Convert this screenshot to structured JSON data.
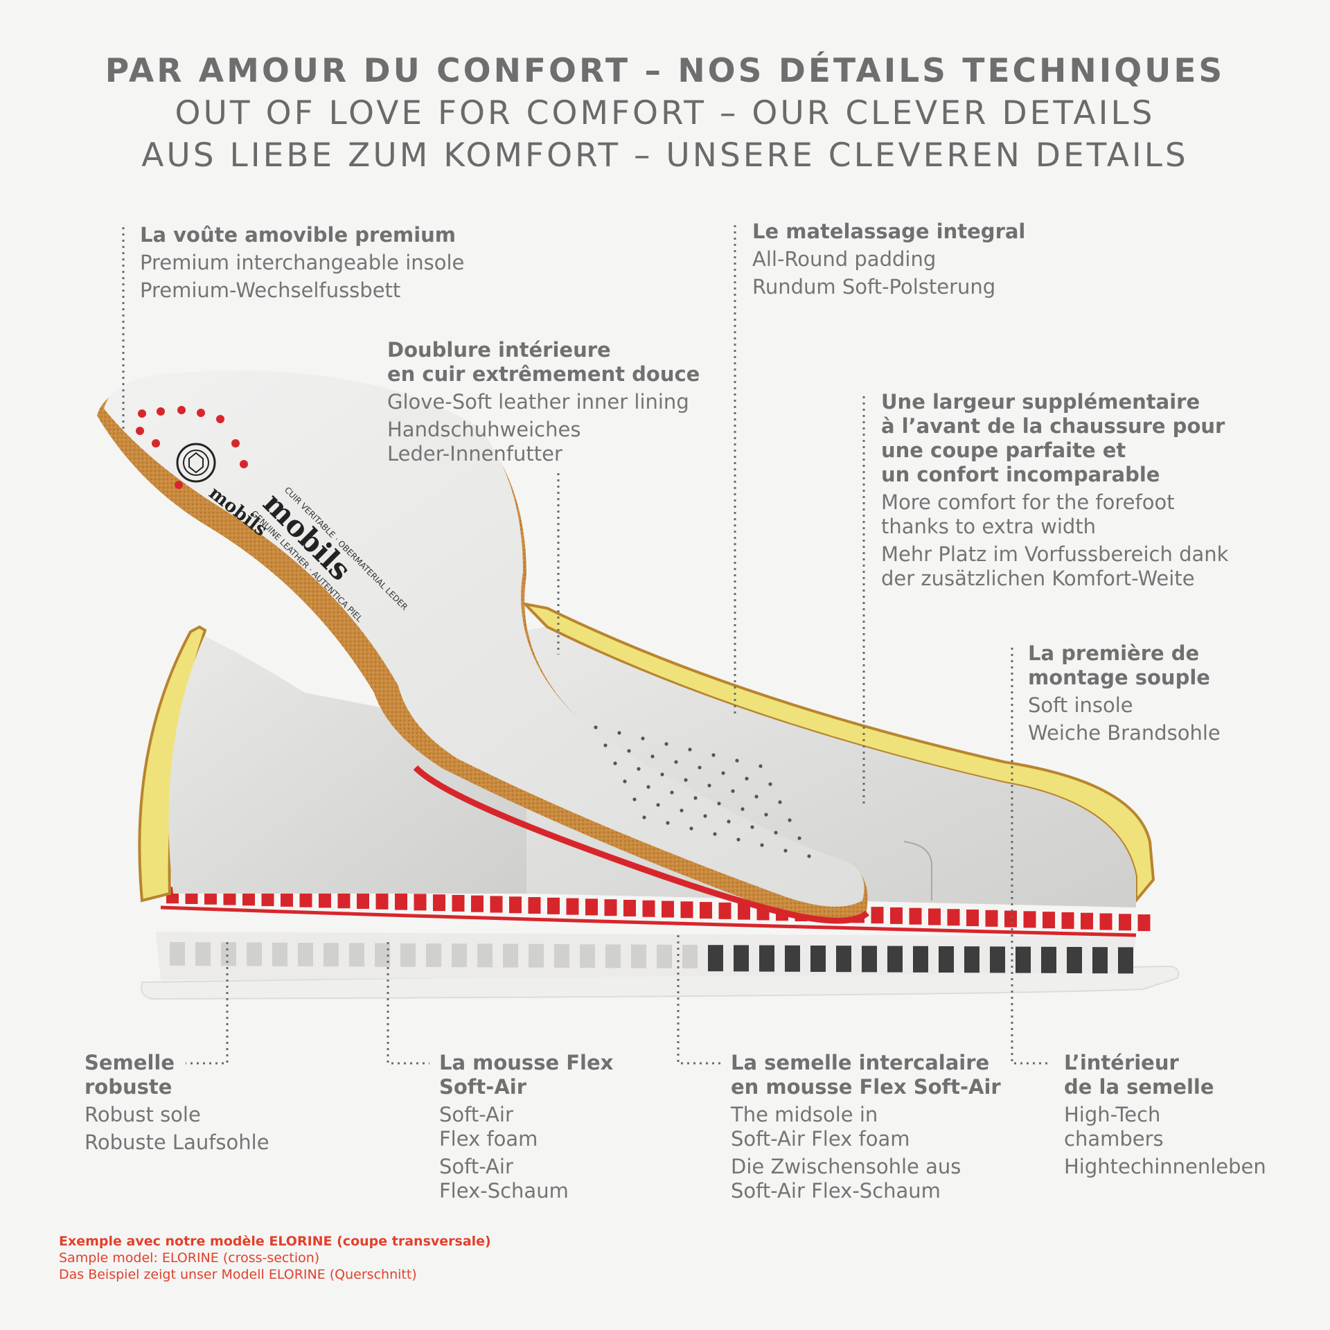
{
  "titles": {
    "fr": "PAR AMOUR DU CONFORT – NOS DÉTAILS TECHNIQUES",
    "en": "OUT OF LOVE FOR COMFORT – OUR CLEVER DETAILS",
    "de": "AUS LIEBE ZUM KOMFORT – UNSERE CLEVEREN DETAILS"
  },
  "callouts": {
    "insole": {
      "head": [
        "La voûte amovible premium"
      ],
      "lines": [
        "Premium interchangeable insole",
        "Premium-Wechselfussbett"
      ]
    },
    "padding": {
      "head": [
        "Le matelassage integral"
      ],
      "lines": [
        "All-Round padding",
        "Rundum Soft-Polsterung"
      ]
    },
    "lining": {
      "head": [
        "Doublure intérieure",
        "en cuir extrêmement douce"
      ],
      "lines": [
        "Glove-Soft leather inner lining",
        "Handschuhweiches",
        "Leder-Innenfutter"
      ]
    },
    "width": {
      "head": [
        "Une largeur supplémentaire",
        "à l’avant de la chaussure pour",
        "une coupe parfaite et",
        "un confort incomparable"
      ],
      "lines": [
        "More comfort for the forefoot",
        "thanks to extra width",
        "Mehr Platz im Vorfussbereich dank",
        "der zusätzlichen Komfort-Weite"
      ]
    },
    "soft_insole": {
      "head": [
        "La première de",
        "montage souple"
      ],
      "lines": [
        "Soft insole",
        "Weiche Brandsohle"
      ]
    },
    "sole": {
      "head": [
        "Semelle",
        "robuste"
      ],
      "lines": [
        "Robust sole",
        "Robuste Laufsohle"
      ]
    },
    "foam": {
      "head": [
        "La mousse Flex",
        "Soft-Air"
      ],
      "lines": [
        "Soft-Air",
        "Flex foam",
        "Soft-Air",
        "Flex-Schaum"
      ]
    },
    "midsole": {
      "head": [
        "La semelle intercalaire",
        "en mousse Flex Soft-Air"
      ],
      "lines": [
        "The midsole in",
        "Soft-Air Flex foam",
        "Die Zwischensohle aus",
        "Soft-Air Flex-Schaum"
      ]
    },
    "chambers": {
      "head": [
        "L’intérieur",
        "de la semelle"
      ],
      "lines": [
        "High-Tech",
        "chambers",
        "Hightechinnenleben"
      ]
    }
  },
  "insole_print": {
    "brand": "mobils",
    "brand_big": "mobils",
    "text1": "CUIR VERITABLE · OBERMATERIAL LEDER",
    "text2": "GENUINE LEATHER · AUTENTICA PIEL"
  },
  "note": {
    "fr": "Exemple avec notre modèle ELORINE (coupe transversale)",
    "en": "Sample model: ELORINE (cross-section)",
    "de": "Das Beispiel zeigt unser Modell ELORINE (Querschnitt)"
  },
  "colors": {
    "background": "#f5f5f4",
    "text": "#6d6d6d",
    "accent_red": "#d7262b",
    "cork": "#c98a3e",
    "padding_yellow": "#efe27a",
    "leather": "#e6e6e4",
    "note_red": "#e2402c"
  }
}
